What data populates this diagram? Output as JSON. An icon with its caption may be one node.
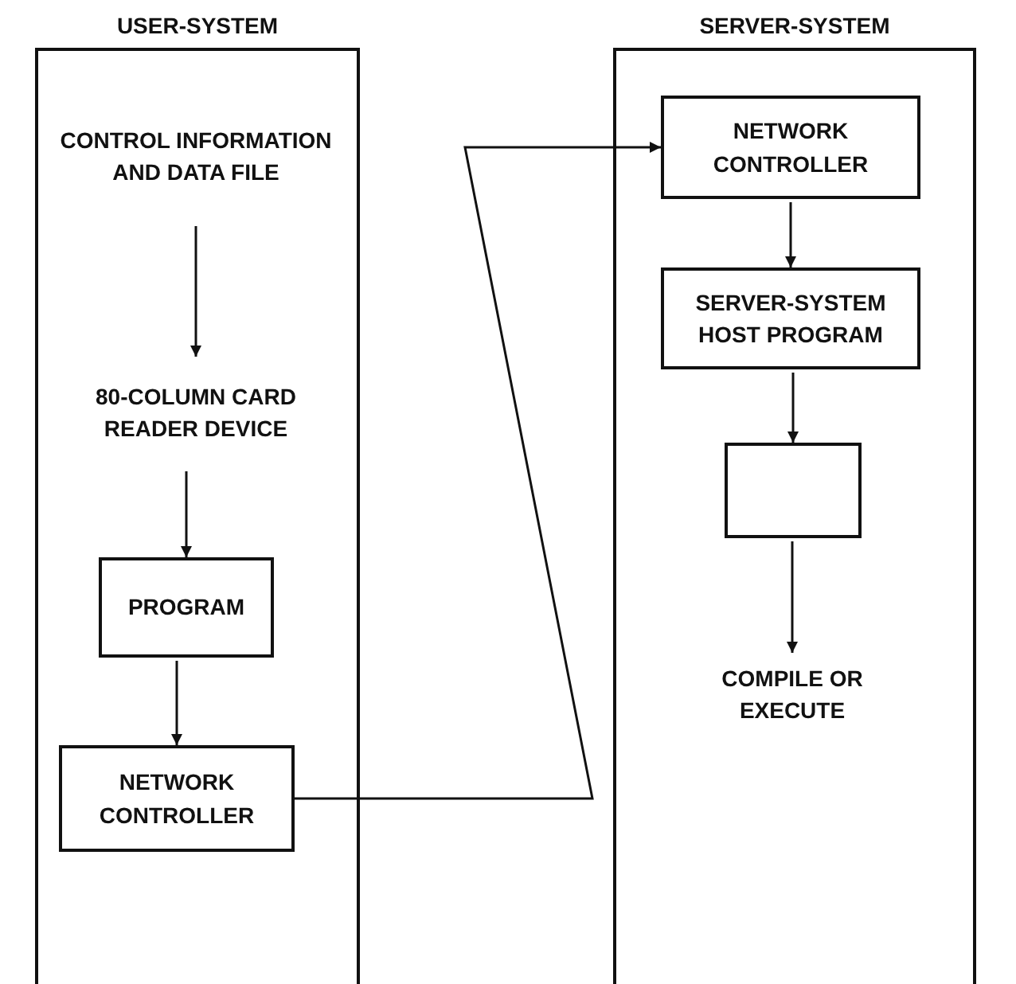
{
  "diagram": {
    "nodes": [
      {
        "text": [
          "USER-SYSTEM"
        ]
      },
      {
        "text": [
          "CONTROL INFORMATION AND DATA FILE"
        ],
        "in": 0
      },
      {
        "text": [
          "80-COLUMN CARD READER DEVICE"
        ],
        "in": 0
      },
      {
        "text": [
          "PROGRAM"
        ],
        "in": 0
      },
      {
        "text": [
          "NETWORK CONTROLLER"
        ],
        "in": 0
      },
      {
        "text": [
          "SERVER-SYSTEM"
        ]
      },
      {
        "text": [
          "NETWORK CONTROLLER"
        ],
        "in": 5
      },
      {
        "text": [
          "SERVER-SYSTEM HOST PROGRAM"
        ],
        "in": 5
      },
      {
        "text": [],
        "shape": "box",
        "in": 5
      },
      {
        "text": [
          "COMPILE OR EXECUTE"
        ],
        "in": 5
      }
    ],
    "edges": [
      {
        "from": 1,
        "to": 2,
        "arrow": "to"
      },
      {
        "from": 2,
        "to": 3,
        "arrow": "to"
      },
      {
        "from": 3,
        "to": 4,
        "arrow": "to"
      },
      {
        "from": 4,
        "to": 6,
        "arrow": "to"
      },
      {
        "from": 6,
        "to": 7,
        "arrow": "to"
      },
      {
        "from": 7,
        "to": 8,
        "arrow": "to"
      },
      {
        "from": 8,
        "to": 9,
        "arrow": "to"
      }
    ]
  }
}
